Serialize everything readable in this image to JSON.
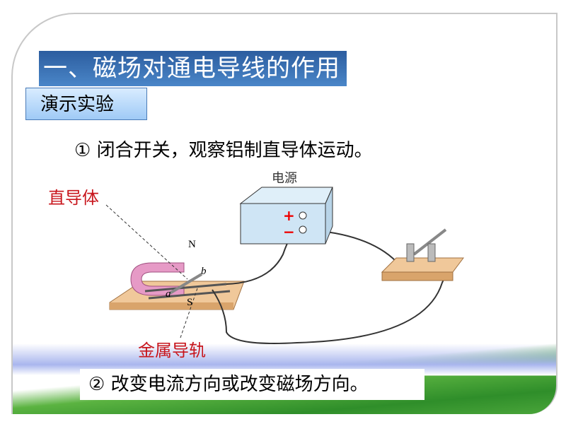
{
  "title": "一、磁场对通电导线的作用",
  "demo_label": "演示实验",
  "step1": "① 闭合开关，观察铝制直导体运动。",
  "step2": "② 改变电流方向或改变磁场方向。",
  "diagram": {
    "power_source": "电源",
    "plus": "+",
    "minus": "−",
    "straight_conductor": "直导体",
    "metal_rails": "金属导轨",
    "north": "N",
    "south": "S",
    "a": "a",
    "b": "b"
  }
}
